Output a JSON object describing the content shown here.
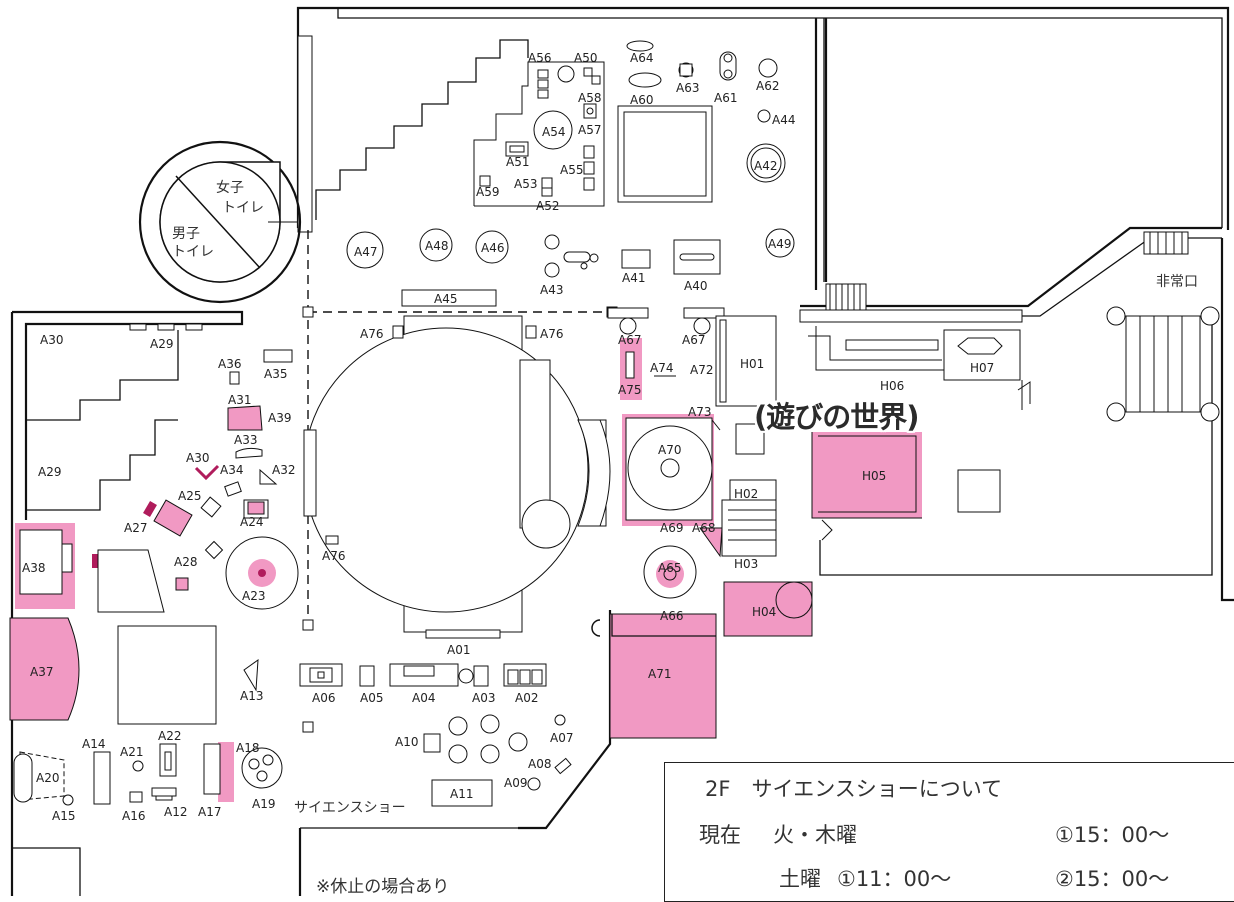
{
  "map": {
    "restroom_female": [
      "女子",
      "トイレ"
    ],
    "restroom_male": [
      "男子",
      "トイレ"
    ],
    "emergency_exit": "非常口",
    "science_show_area": "サイエンスショー",
    "zone_label": "(遊びの世界)",
    "note": "※休止の場合あり",
    "exhibit_labels": {
      "A01": "A01",
      "A02": "A02",
      "A03": "A03",
      "A04": "A04",
      "A05": "A05",
      "A06": "A06",
      "A07": "A07",
      "A08": "A08",
      "A09": "A09",
      "A10": "A10",
      "A11": "A11",
      "A12": "A12",
      "A13": "A13",
      "A14": "A14",
      "A15": "A15",
      "A16": "A16",
      "A17": "A17",
      "A18": "A18",
      "A19": "A19",
      "A20": "A20",
      "A21": "A21",
      "A22": "A22",
      "A23": "A23",
      "A24": "A24",
      "A25": "A25",
      "A27": "A27",
      "A28": "A28",
      "A29": "A29",
      "A30": "A30",
      "A31": "A31",
      "A32": "A32",
      "A33": "A33",
      "A34": "A34",
      "A35": "A35",
      "A36": "A36",
      "A37": "A37",
      "A38": "A38",
      "A39": "A39",
      "A40": "A40",
      "A41": "A41",
      "A42": "A42",
      "A43": "A43",
      "A44": "A44",
      "A45": "A45",
      "A46": "A46",
      "A47": "A47",
      "A48": "A48",
      "A49": "A49",
      "A50": "A50",
      "A51": "A51",
      "A52": "A52",
      "A53": "A53",
      "A54": "A54",
      "A55": "A55",
      "A56": "A56",
      "A57": "A57",
      "A58": "A58",
      "A59": "A59",
      "A60": "A60",
      "A61": "A61",
      "A62": "A62",
      "A63": "A63",
      "A64": "A64",
      "A65": "A65",
      "A66": "A66",
      "A67": "A67",
      "A68": "A68",
      "A69": "A69",
      "A70": "A70",
      "A71": "A71",
      "A72": "A72",
      "A73": "A73",
      "A74": "A74",
      "A75": "A75",
      "A76": "A76",
      "H01": "H01",
      "H02": "H02",
      "H03": "H03",
      "H04": "H04",
      "H05": "H05",
      "H06": "H06",
      "H07": "H07"
    },
    "highlight_color": "#f199c3"
  },
  "schedule": {
    "title": "2F　サイエンスショーについて",
    "current_label": "現在",
    "weekday_days": "火・木曜",
    "weekday_time_1": "①15：00～",
    "saturday_days": "土曜",
    "saturday_time_1": "①11：00～",
    "saturday_time_2": "②15：00～"
  }
}
